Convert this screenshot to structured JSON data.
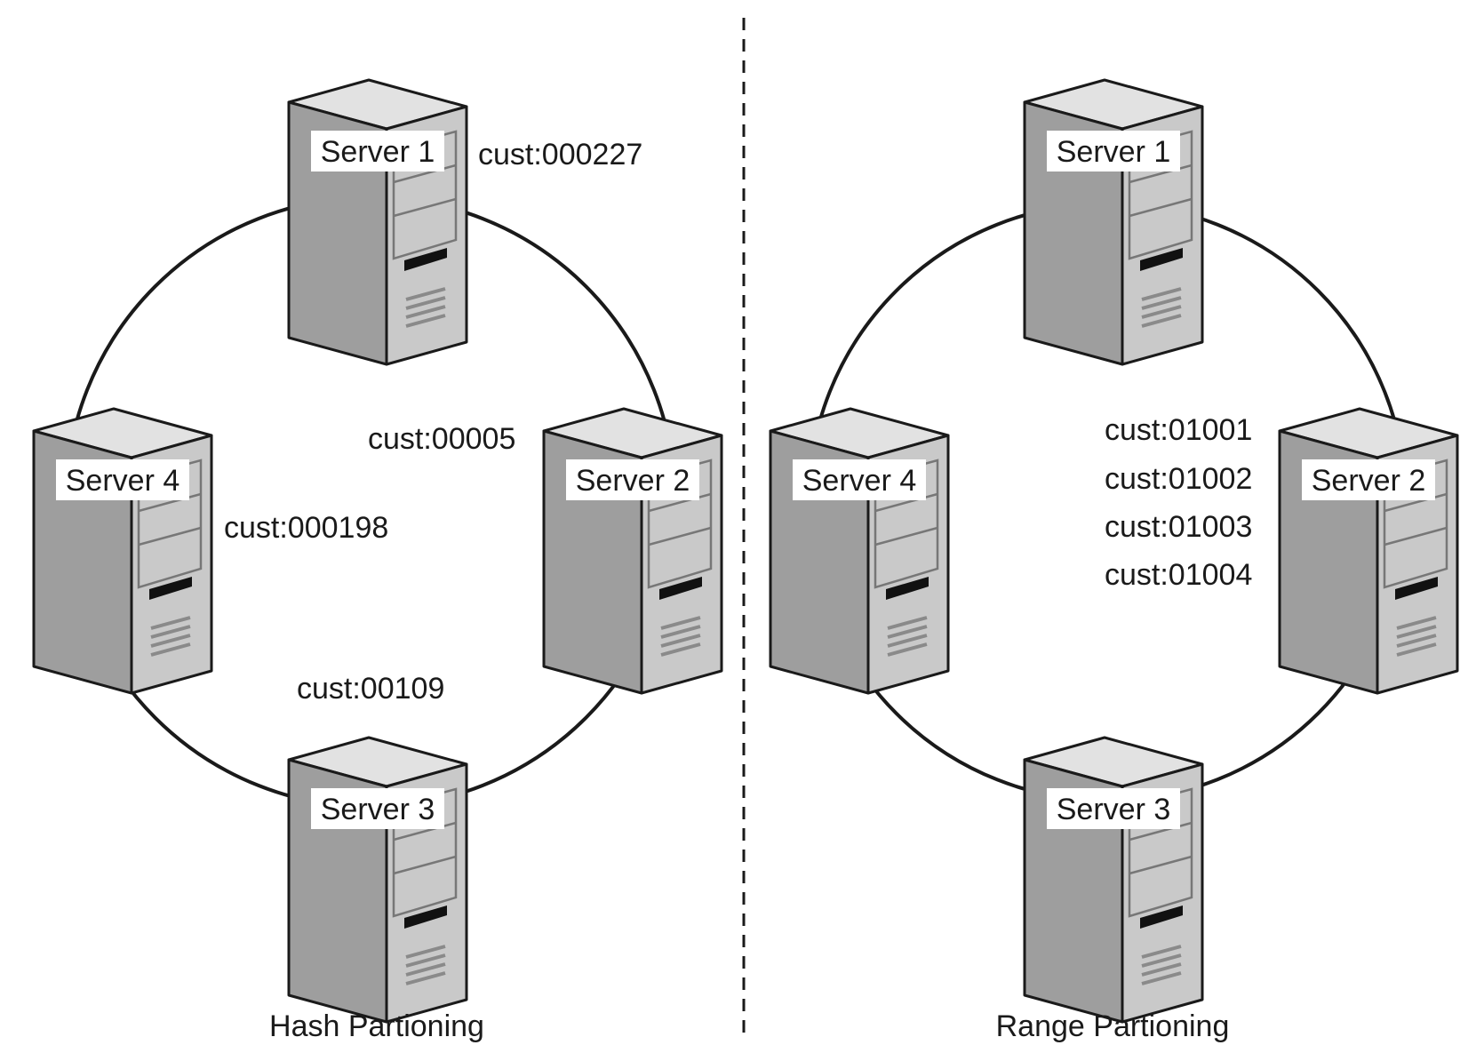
{
  "panels": [
    {
      "id": "hash",
      "caption": "Hash Partioning",
      "servers": [
        {
          "label": "Server 1"
        },
        {
          "label": "Server 2"
        },
        {
          "label": "Server 3"
        },
        {
          "label": "Server 4"
        }
      ],
      "keys": [
        "cust:000227",
        "cust:00005",
        "cust:000198",
        "cust:00109"
      ]
    },
    {
      "id": "range",
      "caption": "Range Partioning",
      "servers": [
        {
          "label": "Server 1"
        },
        {
          "label": "Server 2"
        },
        {
          "label": "Server 3"
        },
        {
          "label": "Server 4"
        }
      ],
      "keys": [
        "cust:01001",
        "cust:01002",
        "cust:01003",
        "cust:01004"
      ]
    }
  ],
  "colors": {
    "server_front": "#c9c9c9",
    "server_side": "#9e9e9e",
    "server_top": "#e2e2e2",
    "outline": "#1a1a1a",
    "ring": "#1a1a1a",
    "background": "#ffffff"
  },
  "icons": {
    "server": "server-tower-icon"
  }
}
